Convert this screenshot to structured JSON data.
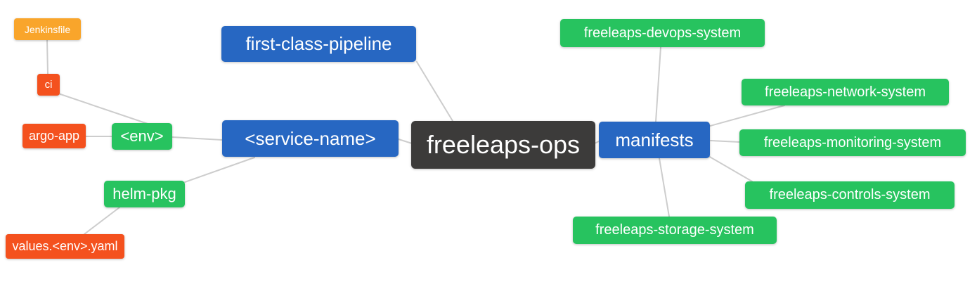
{
  "diagram": {
    "type": "mindmap",
    "title": "freeleaps-ops repository structure",
    "colors": {
      "root_dark": "#3c3b3a",
      "branch_blue": "#2767c2",
      "leaf_green": "#27c35f",
      "leaf_red": "#f4511e",
      "leaf_amber": "#f9a52b",
      "edge_gray": "#cdcdcd",
      "text": "#ffffff",
      "background": "#ffffff"
    },
    "nodes": {
      "freeleaps_ops": {
        "label": "freeleaps-ops",
        "color": "#3c3b3a"
      },
      "first_class_pipeline": {
        "label": "first-class-pipeline",
        "color": "#2767c2"
      },
      "service_name": {
        "label": "<service-name>",
        "color": "#2767c2"
      },
      "manifests": {
        "label": "manifests",
        "color": "#2767c2"
      },
      "env": {
        "label": "<env>",
        "color": "#27c35f"
      },
      "helm_pkg": {
        "label": "helm-pkg",
        "color": "#27c35f"
      },
      "ci": {
        "label": "ci",
        "color": "#f4511e"
      },
      "argo_app": {
        "label": "argo-app",
        "color": "#f4511e"
      },
      "values_env_yaml": {
        "label": "values.<env>.yaml",
        "color": "#f4511e"
      },
      "jenkinsfile": {
        "label": "Jenkinsfile",
        "color": "#f9a52b"
      },
      "freeleaps_devops_system": {
        "label": "freeleaps-devops-system",
        "color": "#27c35f"
      },
      "freeleaps_network_system": {
        "label": "freeleaps-network-system",
        "color": "#27c35f"
      },
      "freeleaps_monitoring_system": {
        "label": "freeleaps-monitoring-system",
        "color": "#27c35f"
      },
      "freeleaps_controls_system": {
        "label": "freeleaps-controls-system",
        "color": "#27c35f"
      },
      "freeleaps_storage_system": {
        "label": "freeleaps-storage-system",
        "color": "#27c35f"
      }
    },
    "edges": [
      [
        "jenkinsfile",
        "ci"
      ],
      [
        "ci",
        "env"
      ],
      [
        "argo_app",
        "env"
      ],
      [
        "env",
        "service_name"
      ],
      [
        "helm_pkg",
        "service_name"
      ],
      [
        "values_env_yaml",
        "helm_pkg"
      ],
      [
        "first_class_pipeline",
        "freeleaps_ops"
      ],
      [
        "service_name",
        "freeleaps_ops"
      ],
      [
        "freeleaps_ops",
        "manifests"
      ],
      [
        "manifests",
        "freeleaps_devops_system"
      ],
      [
        "manifests",
        "freeleaps_network_system"
      ],
      [
        "manifests",
        "freeleaps_monitoring_system"
      ],
      [
        "manifests",
        "freeleaps_controls_system"
      ],
      [
        "manifests",
        "freeleaps_storage_system"
      ]
    ]
  }
}
